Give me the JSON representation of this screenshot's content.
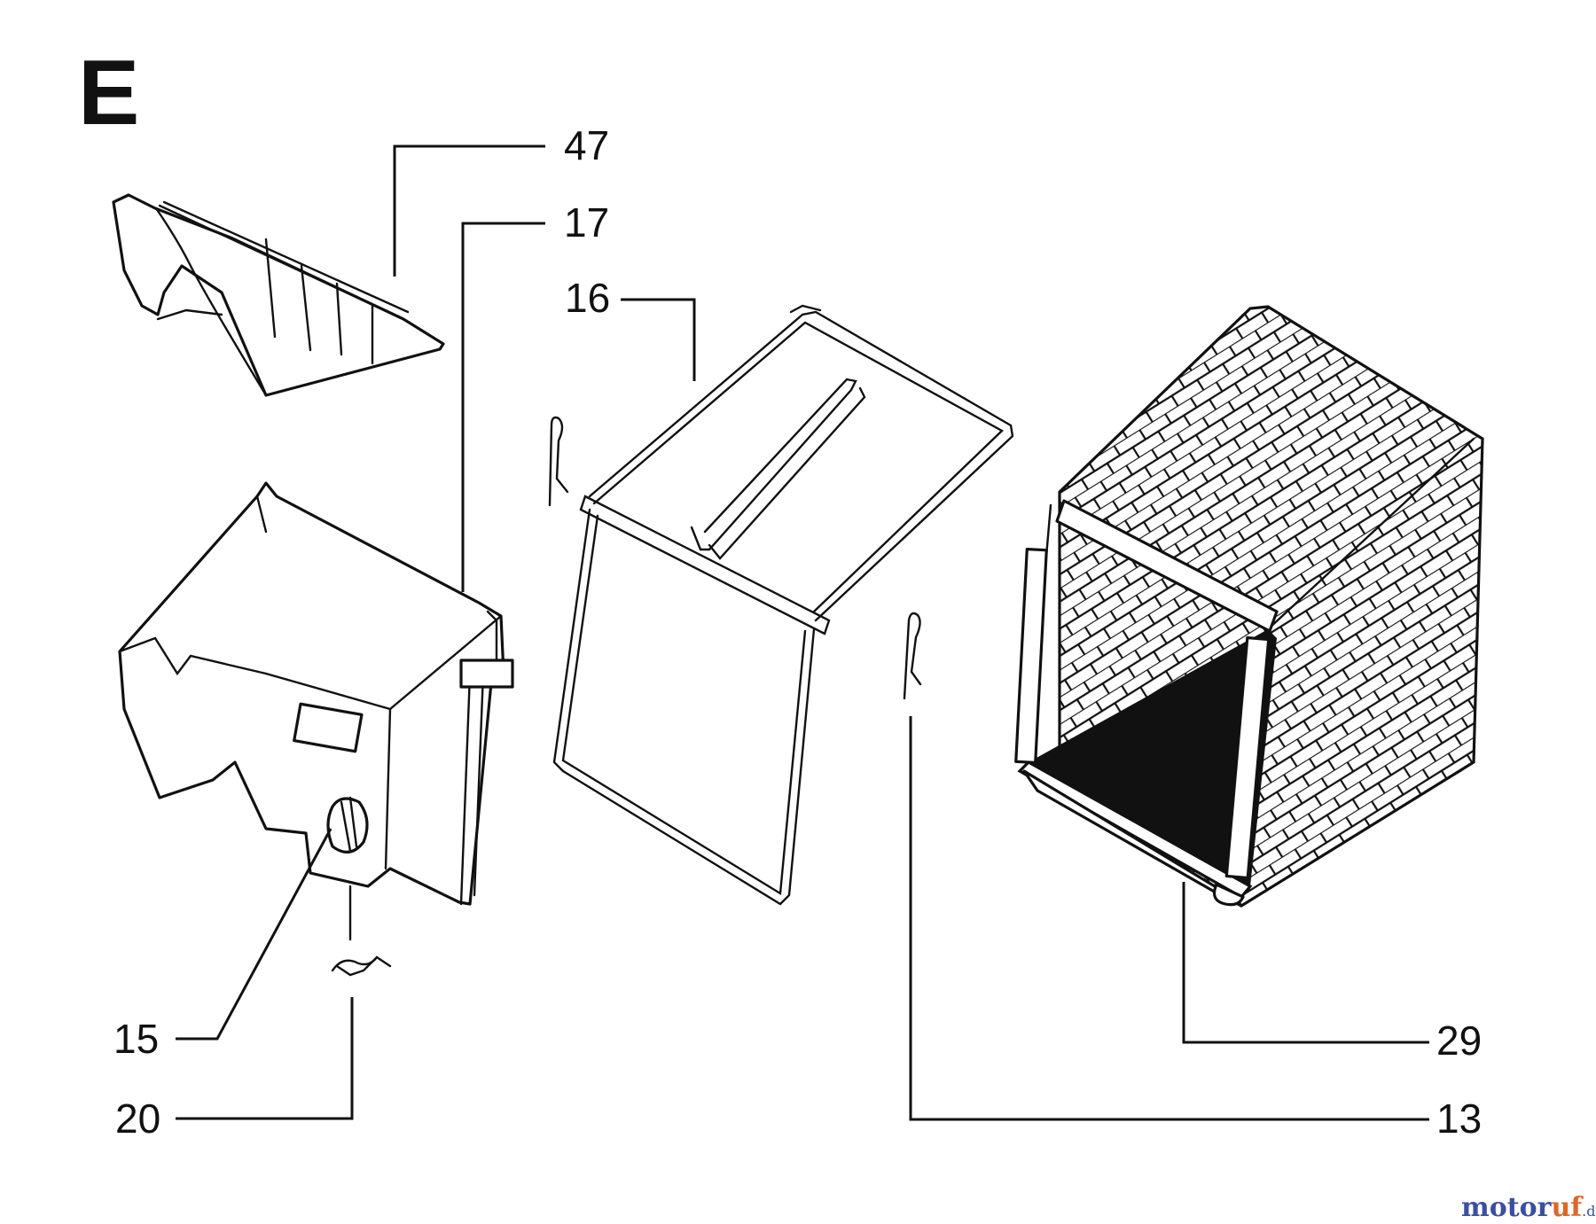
{
  "diagram": {
    "section_letter": "E",
    "callouts": {
      "p47": "47",
      "p17": "17",
      "p16": "16",
      "p15": "15",
      "p20": "20",
      "p29": "29",
      "p13": "13"
    }
  },
  "watermark": {
    "part_a": "motor",
    "part_b": "uf",
    "part_c": ".de"
  }
}
